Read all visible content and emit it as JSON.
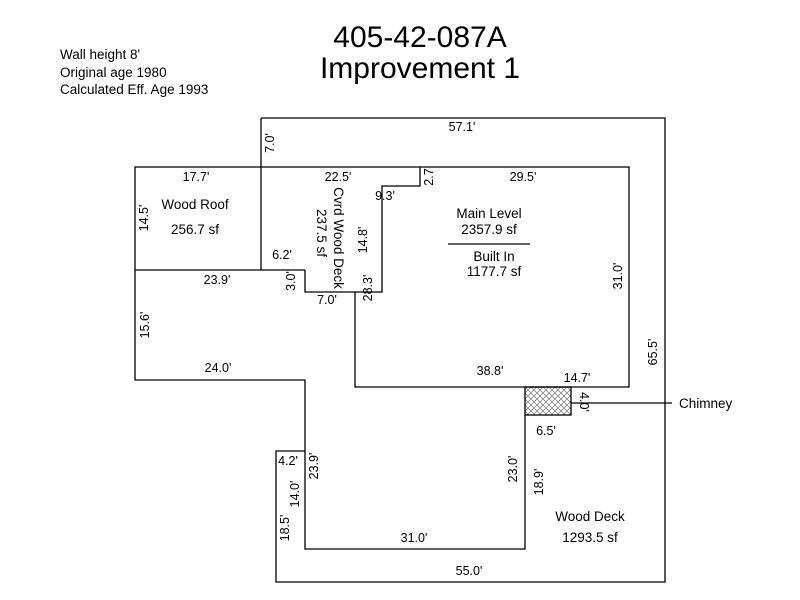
{
  "title": {
    "parcel": "405-42-087A",
    "improvement": "Improvement 1"
  },
  "info": [
    "Wall height 8'",
    "Original age 1980",
    "Calculated Eff. Age 1993"
  ],
  "areas": {
    "main_level": {
      "name": "Main Level",
      "area": "2357.9 sf"
    },
    "built_in": {
      "name": "Built In",
      "area": "1177.7 sf"
    },
    "wood_roof": {
      "name": "Wood Roof",
      "area": "256.7 sf"
    },
    "cvrd_wood_deck": {
      "name": "Cvrd Wood Deck",
      "area": "237.5 sf"
    },
    "wood_deck": {
      "name": "Wood Deck",
      "area": "1293.5 sf"
    }
  },
  "chimney_label": "Chimney",
  "dimensions": {
    "outer_top": "57.1'",
    "outer_bottom": "55.0'",
    "outer_right": "65.5'",
    "roof_top": "17.7'",
    "roof_left": "14.5'",
    "upper_left_7": "7.0'",
    "deck_top": "22.5'",
    "notch_2_7": "2.7",
    "main_top": "29.5'",
    "notch_9_3": "9.3'",
    "deck_14_8": "14.8'",
    "dim_6_2": "6.2'",
    "dim_3_0": "3.0'",
    "dim_7_0_mid": "7.0'",
    "dim_23_9_top": "23.9'",
    "main_left_28_3": "28.3'",
    "main_right_31_0": "31.0'",
    "left_15_6": "15.6'",
    "dim_24_0": "24.0'",
    "main_bottom_38_8": "38.8'",
    "dim_14_7": "14.7'",
    "chimney_4_0": "4.0'",
    "chimney_6_5": "6.5'",
    "dim_4_2": "4.2'",
    "dim_23_9_vertical": "23.9'",
    "dim_14_0": "14.0'",
    "dim_18_5": "18.5'",
    "dim_23_0": "23.0'",
    "dim_18_9": "18.9'",
    "bottom_31_0": "31.0'"
  }
}
